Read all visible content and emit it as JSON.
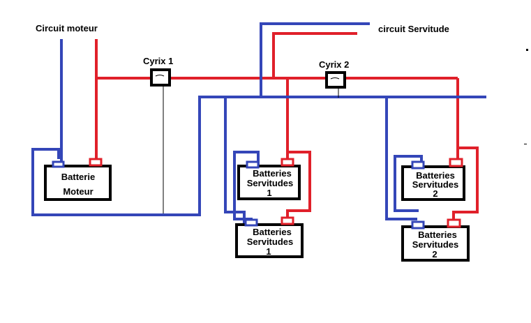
{
  "labels": {
    "circuit_moteur": "Circuit moteur",
    "circuit_servitude": "circuit Servitude",
    "cyrix1": "Cyrix 1",
    "cyrix2": "Cyrix 2"
  },
  "batteries": {
    "moteur": {
      "line1": "Batterie",
      "line2": "Moteur"
    },
    "serv1_top": {
      "line1": "Batteries",
      "line2": "Servitudes",
      "line3": "1"
    },
    "serv1_bottom": {
      "line1": "Batteries",
      "line2": "Servitudes",
      "line3": "1"
    },
    "serv2_top": {
      "line1": "Batteries",
      "line2": "Servitudes",
      "line3": "2"
    },
    "serv2_bottom": {
      "line1": "Batteries",
      "line2": "Servitudes",
      "line3": "2"
    }
  },
  "colors": {
    "positive": "#e0202a",
    "negative": "#3446b8",
    "outline": "#000000",
    "sense": "#000000"
  }
}
